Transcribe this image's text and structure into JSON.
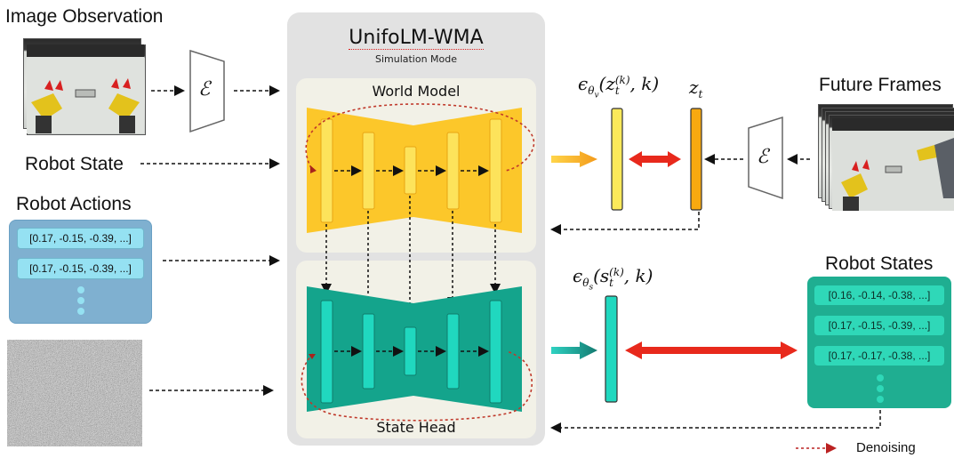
{
  "title": "UnifoLM-WMA",
  "subtitle": "Simulation Mode",
  "world_model_label": "World Model",
  "state_head_label": "State Head",
  "inputs": {
    "image_observation": "Image Observation",
    "robot_state": "Robot State",
    "robot_actions": "Robot Actions",
    "robot_actions_rows": [
      "[0.17, -0.15, -0.39, ...]",
      "[0.17, -0.15, -0.39, ...]"
    ]
  },
  "outputs": {
    "future_frames": "Future Frames",
    "robot_states": "Robot States",
    "robot_states_rows": [
      "[0.16, -0.14, -0.38, ...]",
      "[0.17, -0.15, -0.39, ...]",
      "[0.17, -0.17, -0.38, ...]"
    ]
  },
  "math": {
    "encoder_symbol": "ℰ",
    "eps_video": {
      "base": "ϵ",
      "sub": "θ",
      "subsub": "v",
      "arg": "(z",
      "argsub": "t",
      "argsup": "(k)",
      "tail": ", k)"
    },
    "z_t": {
      "base": "z",
      "sub": "t"
    },
    "eps_state": {
      "base": "ϵ",
      "sub": "θ",
      "subsub": "s",
      "arg": "(s",
      "argsub": "t",
      "argsup": "(k)",
      "tail": ", k)"
    }
  },
  "legend": {
    "denoising": "Denoising"
  },
  "colors": {
    "world_model": "#fcc72a",
    "world_model_block": "#fde35b",
    "state_head": "#14a48c",
    "state_head_block": "#20d8bf",
    "loss_arrow": "#e8291c",
    "denoise_loop": "#c0392b",
    "robot_actions_box": "#7fb0d0",
    "robot_states_box": "#1fae91"
  }
}
